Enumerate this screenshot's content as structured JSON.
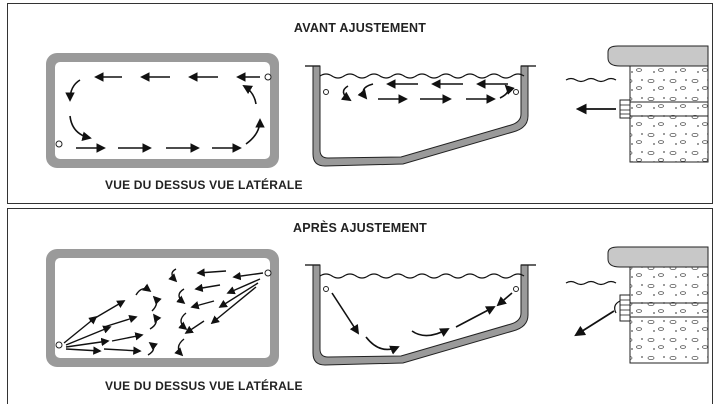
{
  "panels": {
    "before": {
      "title": "AVANT AJUSTEMENT",
      "caption": "VUE DU DESSUS VUE LATÉRALE"
    },
    "after": {
      "title": "APRÈS AJUSTEMENT",
      "caption": "VUE DU DESSUS VUE LATÉRALE"
    }
  },
  "colors": {
    "pool_wall": "#9a9a9a",
    "ink": "#1a1a1a",
    "deck": "#c8c8c8"
  }
}
